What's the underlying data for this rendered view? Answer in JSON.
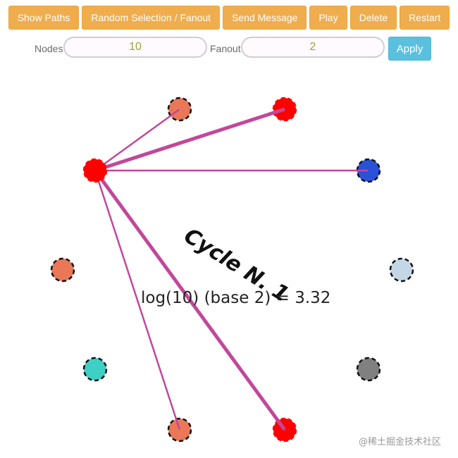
{
  "toolbar": {
    "buttons": [
      {
        "label": "Show Paths"
      },
      {
        "label": "Random Selection / Fanout"
      },
      {
        "label": "Send Message"
      },
      {
        "label": "Play"
      },
      {
        "label": "Delete"
      },
      {
        "label": "Restart"
      }
    ]
  },
  "controls": {
    "nodes_label": "Nodes",
    "nodes_value": "10",
    "fanout_label": "Fanout",
    "fanout_value": "2",
    "apply_label": "Apply"
  },
  "graph": {
    "cycle_text": "Cycle N. 1",
    "formula_text": "log(10) (base 2) = 3.32",
    "edge_color": "#c2479b",
    "nodes": [
      {
        "name": "node-top-left",
        "color": "#ea7758",
        "dashed": true
      },
      {
        "name": "node-top-right",
        "color": "#ff0000",
        "dashed": false
      },
      {
        "name": "node-upper-left",
        "color": "#ff0000",
        "dashed": false
      },
      {
        "name": "node-upper-right",
        "color": "#2a52d8",
        "dashed": true
      },
      {
        "name": "node-middle-left",
        "color": "#ea7758",
        "dashed": true
      },
      {
        "name": "node-middle-right",
        "color": "#c4d7e6",
        "dashed": true
      },
      {
        "name": "node-lower-left",
        "color": "#3ecfc5",
        "dashed": true
      },
      {
        "name": "node-lower-right",
        "color": "#808080",
        "dashed": true
      },
      {
        "name": "node-bottom-left",
        "color": "#ea7758",
        "dashed": true
      },
      {
        "name": "node-bottom-right",
        "color": "#ff0000",
        "dashed": false
      }
    ],
    "edges": [
      {
        "from": 2,
        "to": 0,
        "thick": false
      },
      {
        "from": 2,
        "to": 1,
        "thick": true
      },
      {
        "from": 2,
        "to": 3,
        "thick": false
      },
      {
        "from": 2,
        "to": 8,
        "thick": false
      },
      {
        "from": 2,
        "to": 9,
        "thick": true
      }
    ]
  },
  "watermark": "@稀土掘金技术社区"
}
